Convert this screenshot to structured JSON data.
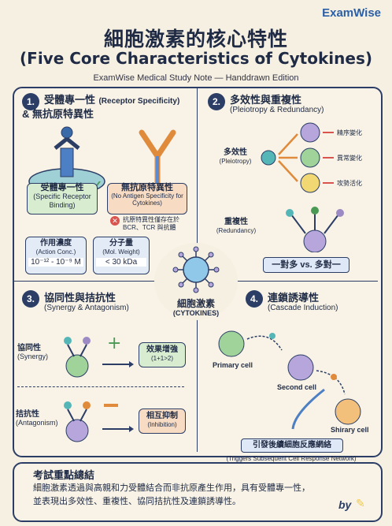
{
  "brand": "ExamWise",
  "title_zh": "細胞激素的核心特性",
  "title_en": "(Five Core Characteristics of Cytokines)",
  "subtitle": "ExamWise Medical Study Note — Handdrawn Edition",
  "s1": {
    "num": "1.",
    "title_a": "受體專一性",
    "title_a_en": "(Receptor Specificity)",
    "title_b": "& 無抗原特異性",
    "spec_zh": "受體專一性",
    "spec_en": "(Specific Receptor Binding)",
    "nonspec_zh": "無抗原特異性",
    "nonspec_en": "(No Antigen Specificity for Cytokines)",
    "note": "抗原特異性僅存在於 BCR、TCR 與抗體",
    "conc_zh": "作用濃度",
    "conc_en": "(Action Conc.)",
    "conc_val": "10⁻¹² - 10⁻⁹ M",
    "mw_zh": "分子量",
    "mw_en": "(Mol. Weight)",
    "mw_val": "< 30 kDa"
  },
  "s2": {
    "num": "2.",
    "title": "多效性與重複性",
    "title_en": "(Pleiotropy & Redundancy)",
    "pleio_zh": "多效性",
    "pleio_en": "(Pleiotropy)",
    "out1": "精序變化",
    "out2": "異常變化",
    "out3": "攻勢活化",
    "redund_zh": "重複性",
    "redund_en": "(Redundancy)",
    "ratio": "一對多 vs. 多對一"
  },
  "center": {
    "zh": "細胞激素",
    "en": "(CYTOKINES)"
  },
  "s3": {
    "num": "3.",
    "title": "協同性與拮抗性",
    "title_en": "(Synergy & Antagonism)",
    "syn_zh": "協同性",
    "syn_en": "(Synergy)",
    "syn_box": "效果增強",
    "syn_box2": "(1+1>2)",
    "ant_zh": "拮抗性",
    "ant_en": "(Antagonism)",
    "ant_box": "相互抑制",
    "ant_box2": "(Inhibition)"
  },
  "s4": {
    "num": "4.",
    "title": "連鎖誘導性",
    "title_en": "(Cascade Induction)",
    "primary": "Primary cell",
    "second": "Second cell",
    "third": "Shirary cell",
    "net_zh": "引發後續細胞反應網絡",
    "net_en": "(Triggers Subsequent Cell Response Network)"
  },
  "summary": {
    "title": "考試重點總結",
    "line1": "細胞激素透過與高親和力受體結合而非抗原產生作用，具有受體專一性，",
    "line2": "並表現出多效性、重複性、協同拮抗性及連鎖誘導性。",
    "sign": "by"
  },
  "colors": {
    "navy": "#2c3e66",
    "teal": "#55b6b8",
    "purple": "#9b8ac4",
    "green": "#4a9a54",
    "orange": "#e08a3c",
    "yellow": "#f2c94c"
  }
}
